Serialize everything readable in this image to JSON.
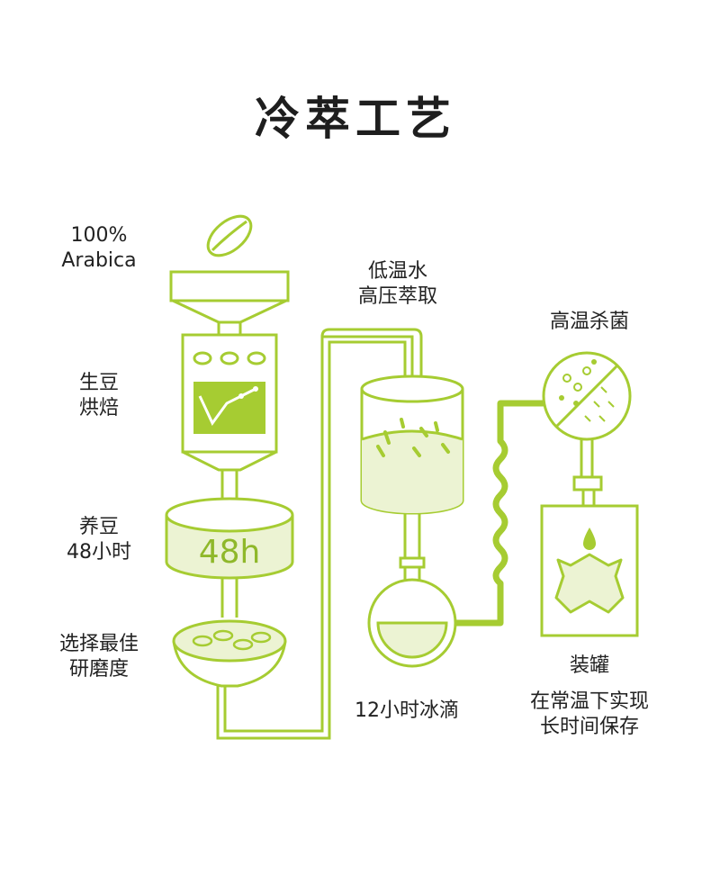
{
  "title": "冷萃工艺",
  "steps": {
    "beans": {
      "line1": "100%",
      "line2": "Arabica"
    },
    "roast": {
      "line1": "生豆",
      "line2": "烘焙"
    },
    "rest": {
      "line1": "养豆",
      "line2": "48小时",
      "badge": "48h"
    },
    "grind": {
      "line1": "选择最佳",
      "line2": "研磨度"
    },
    "extract": {
      "line1": "低温水",
      "line2": "高压萃取"
    },
    "drip": {
      "line1": "12小时冰滴"
    },
    "sterilize": {
      "line1": "高温杀菌"
    },
    "can": {
      "line1": "装罐",
      "line2": "在常温下实现",
      "line3": "长时间保存"
    }
  },
  "colors": {
    "accent": "#a6cc32",
    "fill": "#ecf3d3",
    "text": "#222222"
  }
}
